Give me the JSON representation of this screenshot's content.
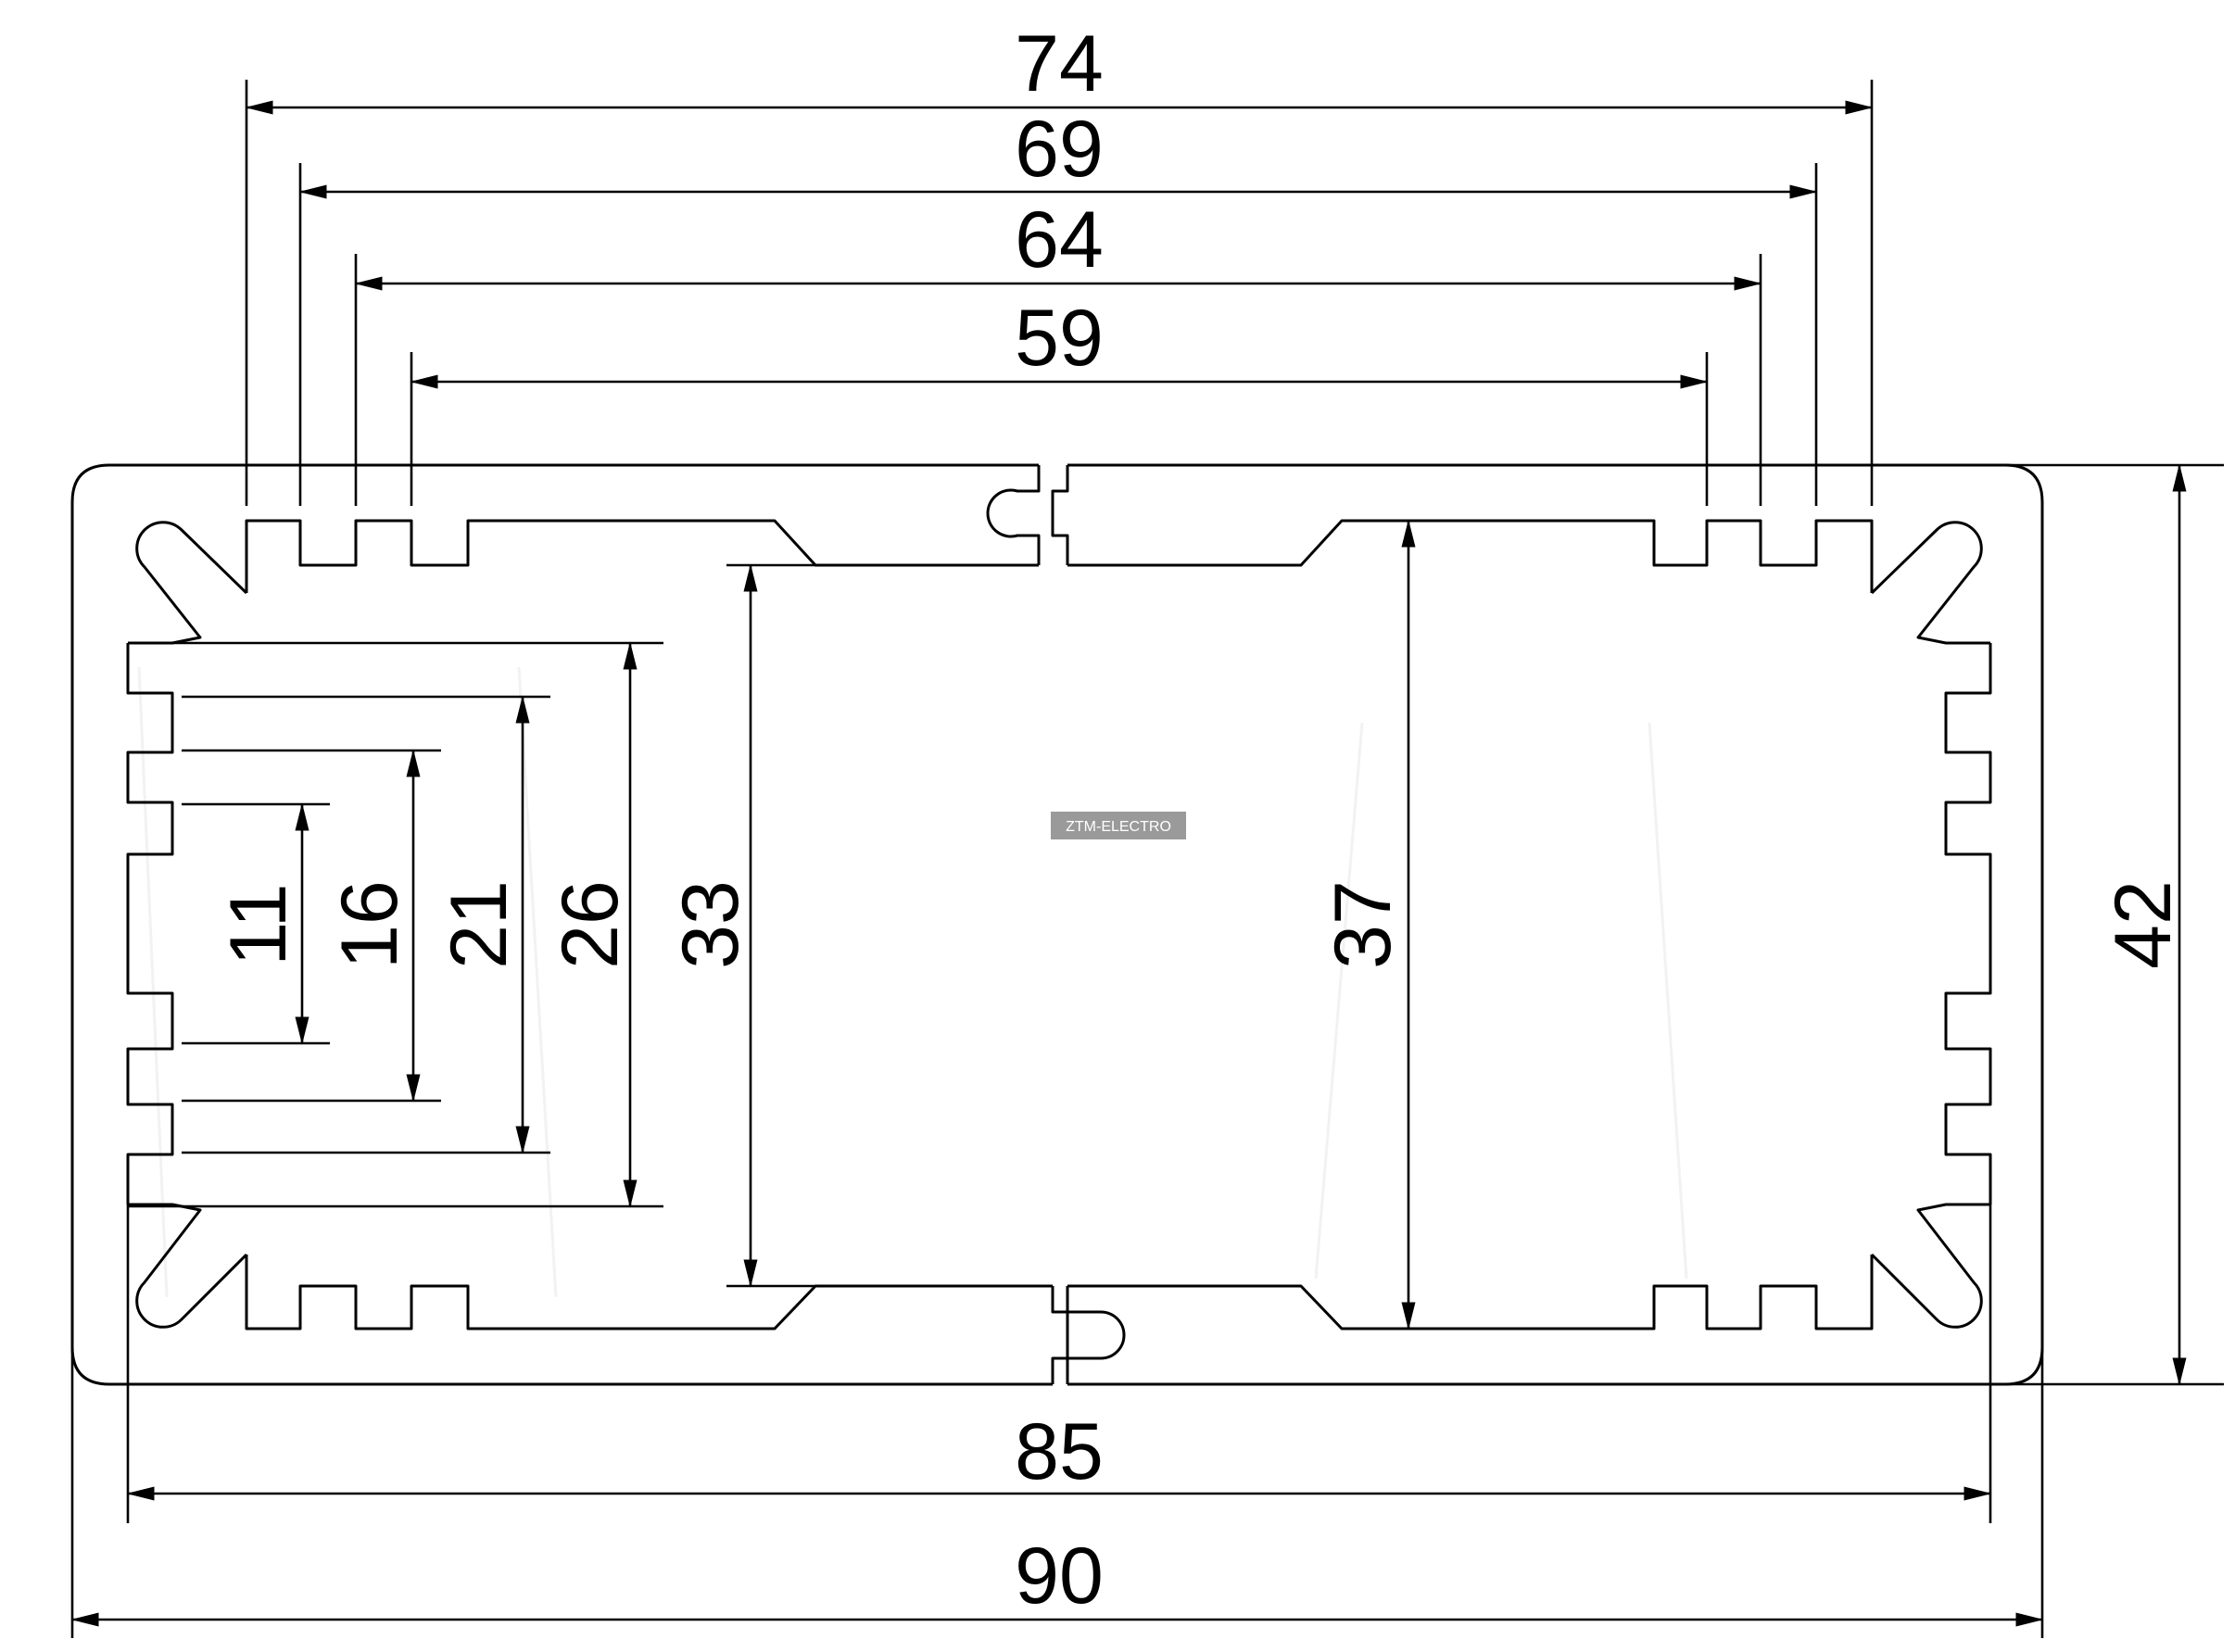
{
  "diagram": {
    "watermark": "ZTM-ELECTRO",
    "dimensions": {
      "top": [
        "74",
        "69",
        "64",
        "59"
      ],
      "bottom": [
        "85",
        "90"
      ],
      "right": [
        "42"
      ],
      "left_group": [
        "11",
        "16",
        "21",
        "26",
        "33"
      ],
      "center": [
        "37"
      ]
    }
  }
}
